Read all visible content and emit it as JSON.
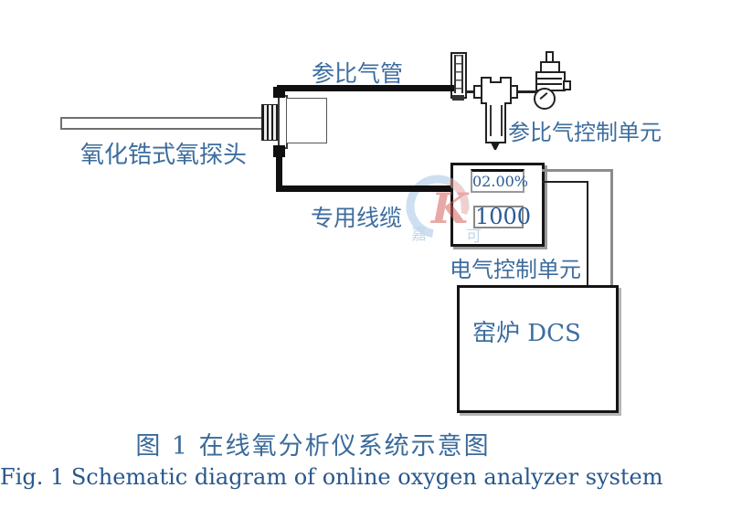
{
  "diagram": {
    "labels": {
      "probe": "氧化锆式氧探头",
      "reference_gas_pipe": "参比气管",
      "reference_gas_control_unit": "参比气控制单元",
      "dedicated_cable": "专用线缆",
      "electric_control_unit": "电气控制单元",
      "kiln_dcs": "窑炉 DCS"
    },
    "display": {
      "oxygen_reading": "02.00%",
      "secondary_reading": "1000"
    },
    "watermark": {
      "letter_k": "K",
      "char1": "嘉",
      "char2": "可",
      "blue": "#a6c6e4",
      "red": "#d4645c"
    },
    "colors": {
      "label_blue": "#3d6d9e",
      "caption_blue": "#28588c",
      "line_black": "#101010",
      "shadow_gray": "#9a9a9a"
    }
  },
  "caption": {
    "zh": "图 1  在线氧分析仪系统示意图",
    "en": "Fig. 1  Schematic diagram of online oxygen analyzer system"
  }
}
